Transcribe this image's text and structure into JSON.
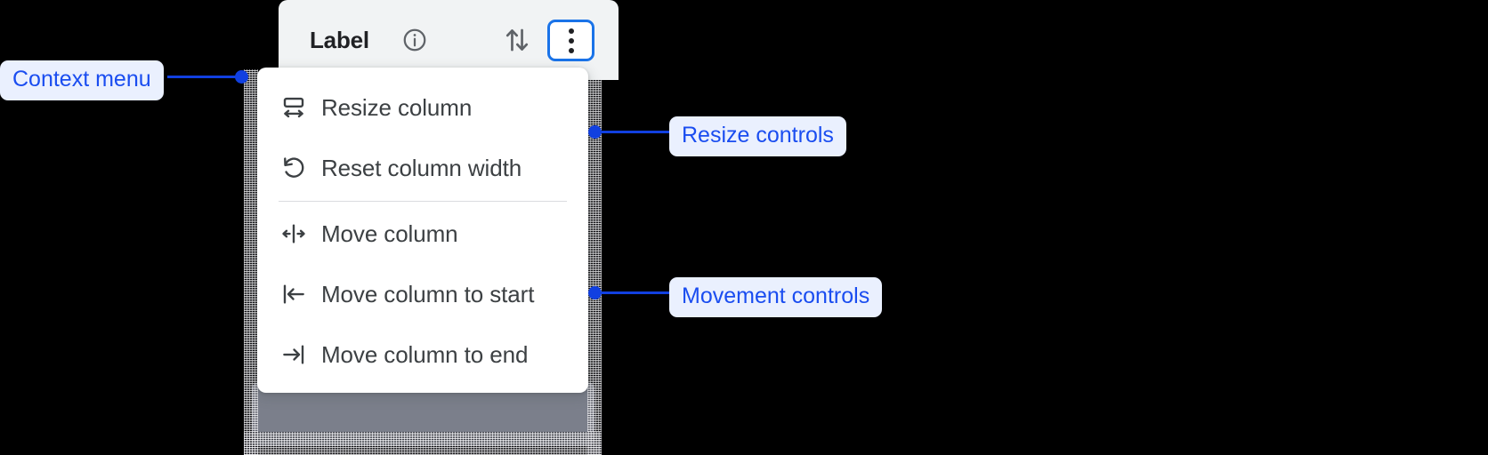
{
  "column_header": {
    "label": "Label",
    "info_icon": "info-circle-icon",
    "sort_icon": "sort-updown-icon",
    "menu_button_icon": "kebab-more-vertical-icon"
  },
  "context_menu": {
    "items": [
      {
        "label": "Resize column",
        "icon": "resize-column-icon"
      },
      {
        "label": "Reset column width",
        "icon": "reset-rotate-ccw-icon"
      },
      {
        "label": "Move column",
        "icon": "move-left-right-icon"
      },
      {
        "label": "Move column to start",
        "icon": "move-to-start-icon"
      },
      {
        "label": "Move column to end",
        "icon": "move-to-end-icon"
      }
    ]
  },
  "annotations": [
    {
      "label": "Context menu"
    },
    {
      "label": "Resize controls"
    },
    {
      "label": "Movement controls"
    }
  ],
  "colors": {
    "accent_blue": "#1a73e8",
    "annotation_text": "#1a4df0",
    "annotation_bg": "#eaf0fe",
    "leader_line": "#1140e0",
    "header_bg": "#f1f3f4",
    "menu_bg": "#ffffff",
    "menu_text": "#3c4043",
    "canvas_bg": "#000000"
  }
}
